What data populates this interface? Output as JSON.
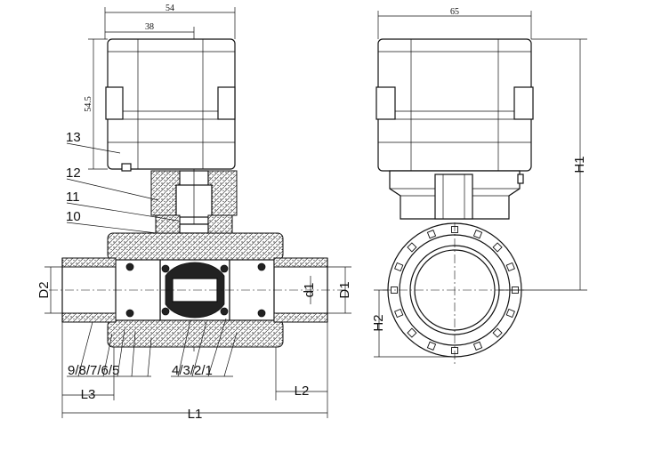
{
  "dimensions": {
    "width_54": "54",
    "width_38": "38",
    "height_54_5": "54.5",
    "width_65": "65",
    "D2": "D2",
    "D1": "D1",
    "d1": "d1",
    "L1": "L1",
    "L2": "L2",
    "L3": "L3",
    "H1": "H1",
    "H2": "H2"
  },
  "part_labels": [
    "1",
    "2",
    "3",
    "4",
    "5",
    "6",
    "7",
    "8",
    "9",
    "10",
    "11",
    "12",
    "13"
  ],
  "bottom_labels": {
    "group_right": "4/3/2/1",
    "group_left": "9/8/7/6/5"
  }
}
